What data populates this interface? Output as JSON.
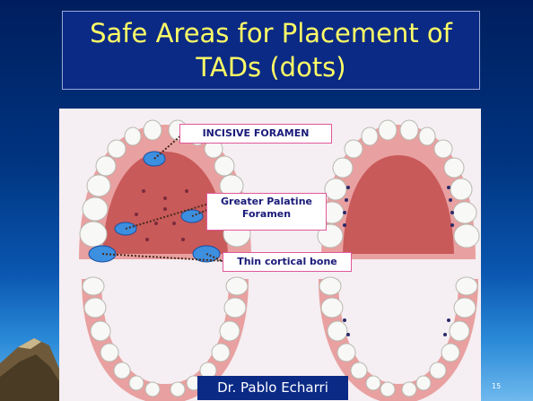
{
  "slide": {
    "title_line1": "Safe Areas for Placement of",
    "title_line2": "TADs (dots)",
    "callouts": {
      "incisive": "INCISIVE FORAMEN",
      "palatine_1": "Greater Palatine",
      "palatine_2": "Foramen",
      "cortical": "Thin cortical bone"
    },
    "author": "Dr. Pablo Echarri",
    "slide_number": "15"
  },
  "colors": {
    "title_text": "#ffff66",
    "title_box": "#0b2a86",
    "palate": "#c96060",
    "marker": "#3d8fe0",
    "callout_border": "#e0589a"
  }
}
